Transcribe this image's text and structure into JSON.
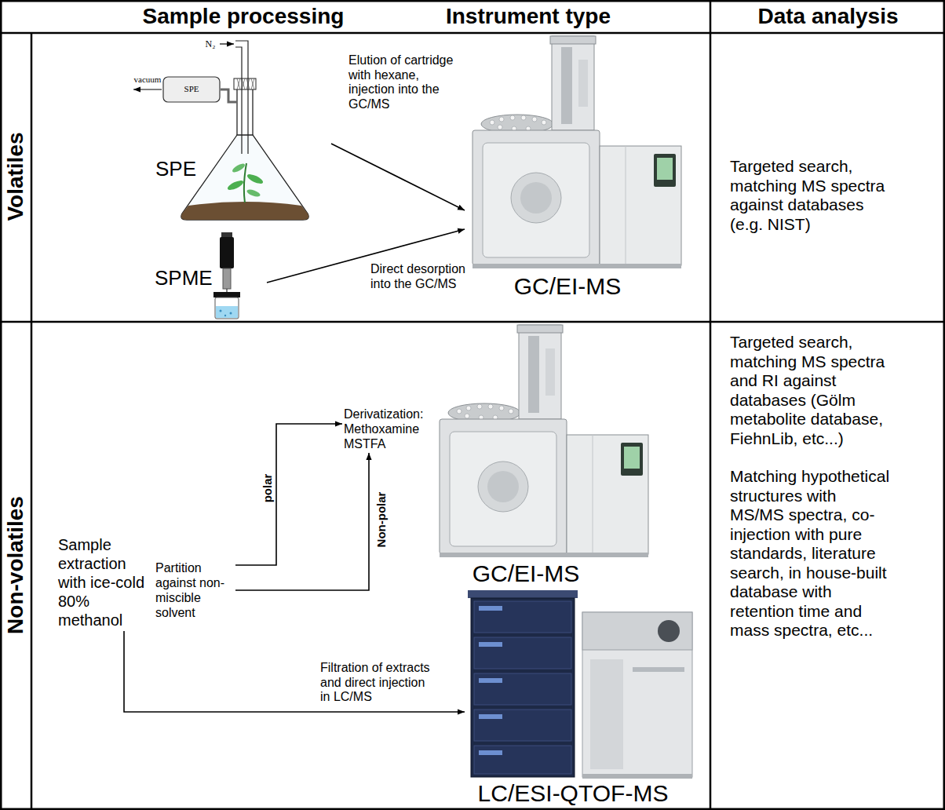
{
  "diagram": {
    "nodes": [
      {
        "text": [
          "Volatiles"
        ]
      },
      {
        "text": [
          "SPE"
        ],
        "in": 0
      },
      {
        "text": [
          "SPME"
        ],
        "in": 0
      },
      {
        "text": [
          "GC/EI-MS"
        ],
        "in": 0
      },
      {
        "text": [
          "Targeted search, matching MS spectra against databases (e.g. NIST)"
        ],
        "in": 0
      },
      {
        "text": [
          "Non-volatiles"
        ]
      },
      {
        "text": [
          "Sample extraction with ice-cold 80% methanol"
        ],
        "in": 5
      },
      {
        "text": [
          "Partition against non-miscible solvent"
        ],
        "in": 5
      },
      {
        "text": [
          "Derivatization: Methoxamine MSTFA"
        ],
        "in": 5
      },
      {
        "text": [
          "GC/EI-MS"
        ],
        "in": 5
      },
      {
        "text": [
          "LC/ESI-QTOF-MS"
        ],
        "in": 5
      },
      {
        "text": [
          "Targeted search, matching MS spectra and RI against databases (Gölm metabolite database, FiehnLib, etc...)",
          "Matching hypothetical structures with MS/MS spectra, co-injection with pure standards, literature search, in house-built database with retention time and mass spectra, etc..."
        ],
        "in": 5
      }
    ],
    "edges": [
      {
        "from": 1,
        "to": 3,
        "arrow": "to",
        "label": "Elution of cartridge with hexane, injection into the GC/MS"
      },
      {
        "from": 2,
        "to": 3,
        "arrow": "to",
        "label": "Direct desorption into the GC/MS"
      },
      {
        "from": 7,
        "to": 8,
        "arrow": "to",
        "label": "polar"
      },
      {
        "from": 7,
        "to": 8,
        "arrow": "to",
        "label": "Non-polar"
      },
      {
        "from": 6,
        "to": 10,
        "arrow": "to",
        "label": "Filtration of extracts and direct injection in LC/MS"
      }
    ],
    "labels": [
      "Sample processing",
      "Instrument type",
      "Data analysis",
      "N₂",
      "vacuum",
      "SPE"
    ]
  }
}
